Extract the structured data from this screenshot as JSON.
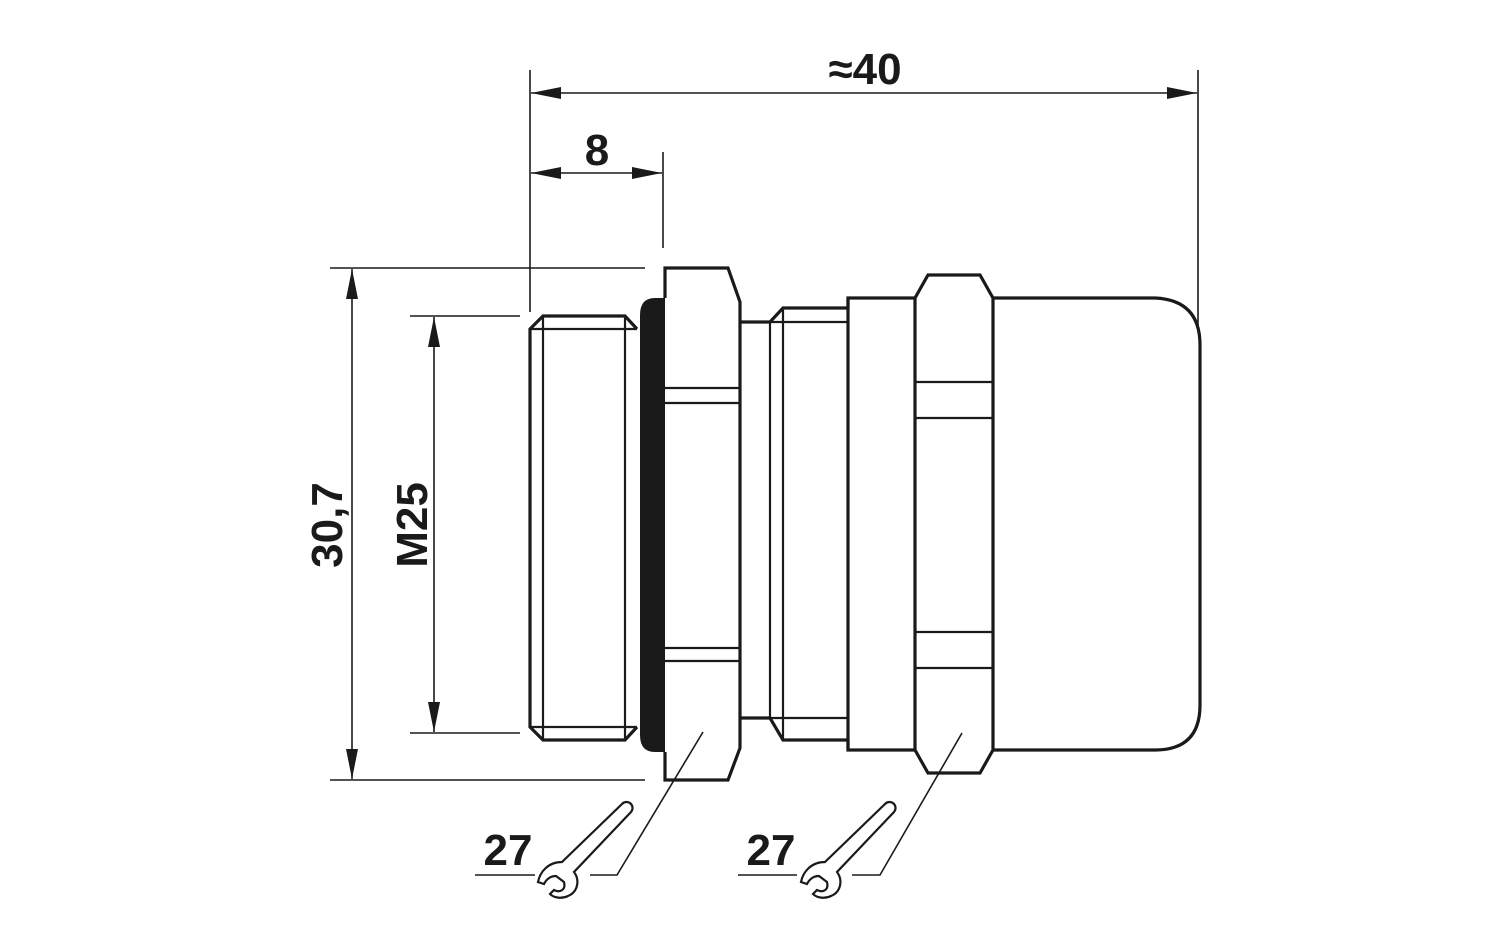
{
  "drawing": {
    "dimensions": {
      "overall_length": "≈40",
      "thread_length": "8",
      "nut_height": "30,7",
      "thread_size": "M25"
    },
    "wrench_sizes": [
      {
        "label": "27",
        "icon": "wrench-icon"
      },
      {
        "label": "27",
        "icon": "wrench-icon"
      }
    ]
  }
}
